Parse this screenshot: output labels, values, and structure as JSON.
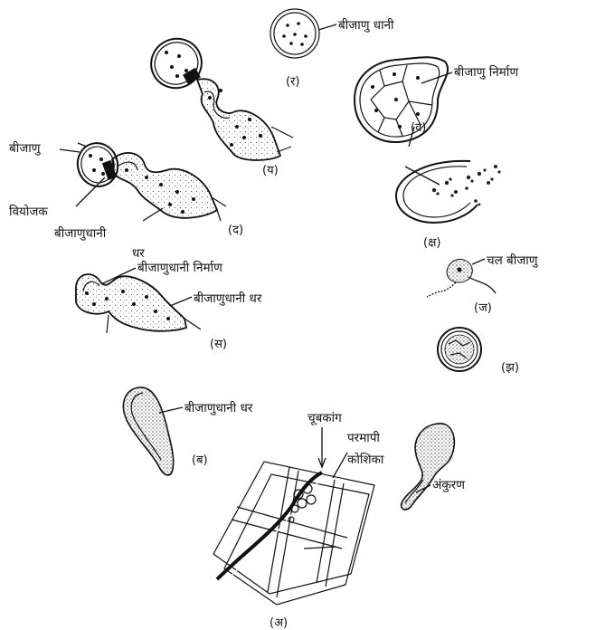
{
  "labels": {
    "sporangium": "बीजाणु धानी",
    "spore_formation": "बीजाणु निर्माण",
    "spore": "बीजाणु",
    "separator": "वियोजक",
    "sporangiophore_split_1": "बीजाणुधानी",
    "sporangiophore_split_2": "धर",
    "sporangium_formation": "बीजाणुधानी निर्माण",
    "sporangiophore": "बीजाणुधानी धर",
    "sporangiophore_b": "बीजाणुधानी धर",
    "zoospore": "चल बीजाणु",
    "haustorium": "चूबकांग",
    "host_cell_1": "परमापी",
    "host_cell_2": "कोशिका",
    "germination": "अंकुरण"
  },
  "captions": {
    "r": "(र)",
    "v": "(व)",
    "y": "(य)",
    "d": "(द)",
    "ksh": "(क्ष)",
    "j": "(ज)",
    "s": "(स)",
    "jh": "(झ)",
    "b": "(ब)",
    "a": "(अ)"
  }
}
